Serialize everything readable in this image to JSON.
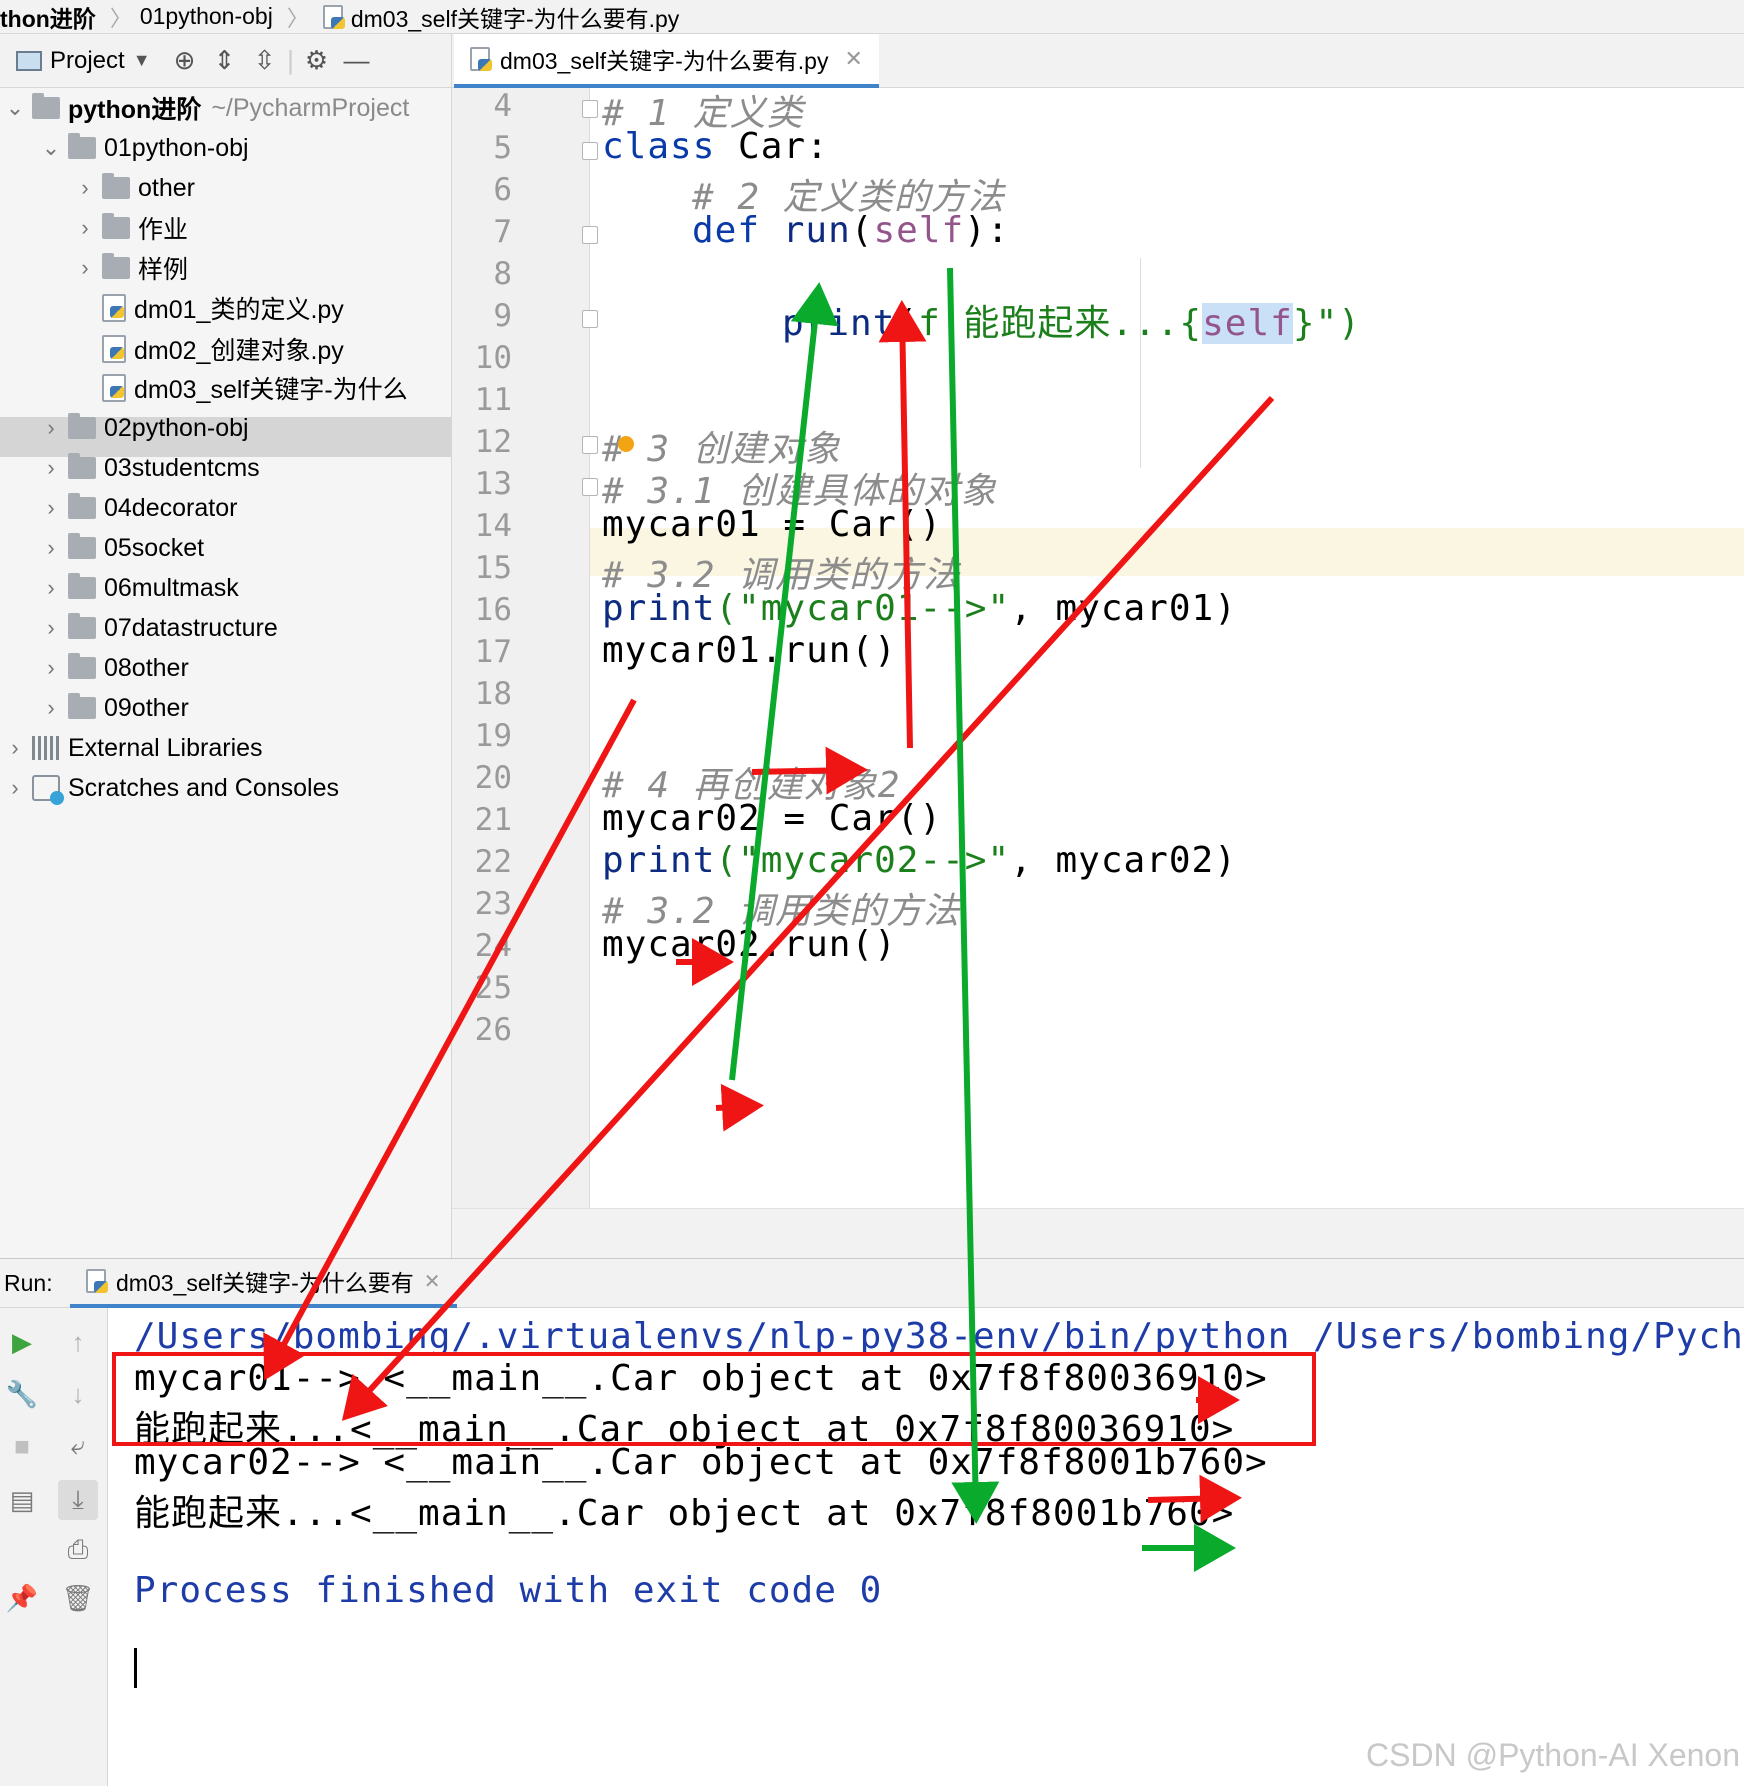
{
  "breadcrumb": {
    "items": [
      "thon进阶",
      "01python-obj",
      "dm03_self关键字-为什么要有.py"
    ]
  },
  "toolbar": {
    "project_label": "Project"
  },
  "editor_tab": {
    "label": "dm03_self关键字-为什么要有.py"
  },
  "tree": {
    "root_label": "python进阶",
    "root_path": "~/PycharmProject",
    "items": [
      "01python-obj",
      "other",
      "作业",
      "样例",
      "dm01_类的定义.py",
      "dm02_创建对象.py",
      "dm03_self关键字-为什么",
      "02python-obj",
      "03studentcms",
      "04decorator",
      "05socket",
      "06multmask",
      "07datastructure",
      "08other",
      "09other",
      "External Libraries",
      "Scratches and Consoles"
    ]
  },
  "editor": {
    "line_numbers": [
      "4",
      "5",
      "6",
      "7",
      "8",
      "9",
      "10",
      "11",
      "12",
      "13",
      "14",
      "15",
      "16",
      "17",
      "18",
      "19",
      "20",
      "21",
      "22",
      "23",
      "24",
      "25",
      "26"
    ],
    "code": {
      "l4": "# 1 定义类",
      "l5_kw": "class",
      "l5_rest": " Car:",
      "l6": "# 2 定义类的方法",
      "l7_kw": "def",
      "l7_fn": "run",
      "l7_self": "self",
      "l9_fn": "print",
      "l9_str": "f'能跑起来...{",
      "l9_self": "self",
      "l9_end": "}\")",
      "l12": "# 3 创建对象",
      "l13": "# 3.1 创建具体的对象",
      "l14": "mycar01 = Car()",
      "l15": "# 3.2 调用类的方法",
      "l16_fn": "print",
      "l16_str": "(\"mycar01-->\"",
      "l16_rest": ", mycar01)",
      "l17": "mycar01.run()",
      "l20": "# 4 再创建对象2",
      "l21": "mycar02 = Car()",
      "l22_fn": "print",
      "l22_str": "(\"mycar02-->\"",
      "l22_rest": ", mycar02)",
      "l23": "# 3.2 调用类的方法",
      "l24": "mycar02.run()"
    }
  },
  "run": {
    "label": "Run:",
    "tab_label": "dm03_self关键字-为什么要有",
    "console": {
      "path_line": "/Users/bombing/.virtualenvs/nlp-py38-env/bin/python /Users/bombing/Pych",
      "out1": "mycar01--> <__main__.Car object at 0x7f8f80036910>",
      "out2": "能跑起来...<__main__.Car object at 0x7f8f80036910>",
      "out3": "mycar02--> <__main__.Car object at 0x7f8f8001b760>",
      "out4": "能跑起来...<__main__.Car object at 0x7f8f8001b760>",
      "exit": "Process finished with exit code 0"
    }
  },
  "watermark": "CSDN @Python-AI Xenon",
  "colors": {
    "accent": "#4083c9",
    "annotation_red": "#f01515",
    "annotation_green": "#0aaa2c"
  }
}
